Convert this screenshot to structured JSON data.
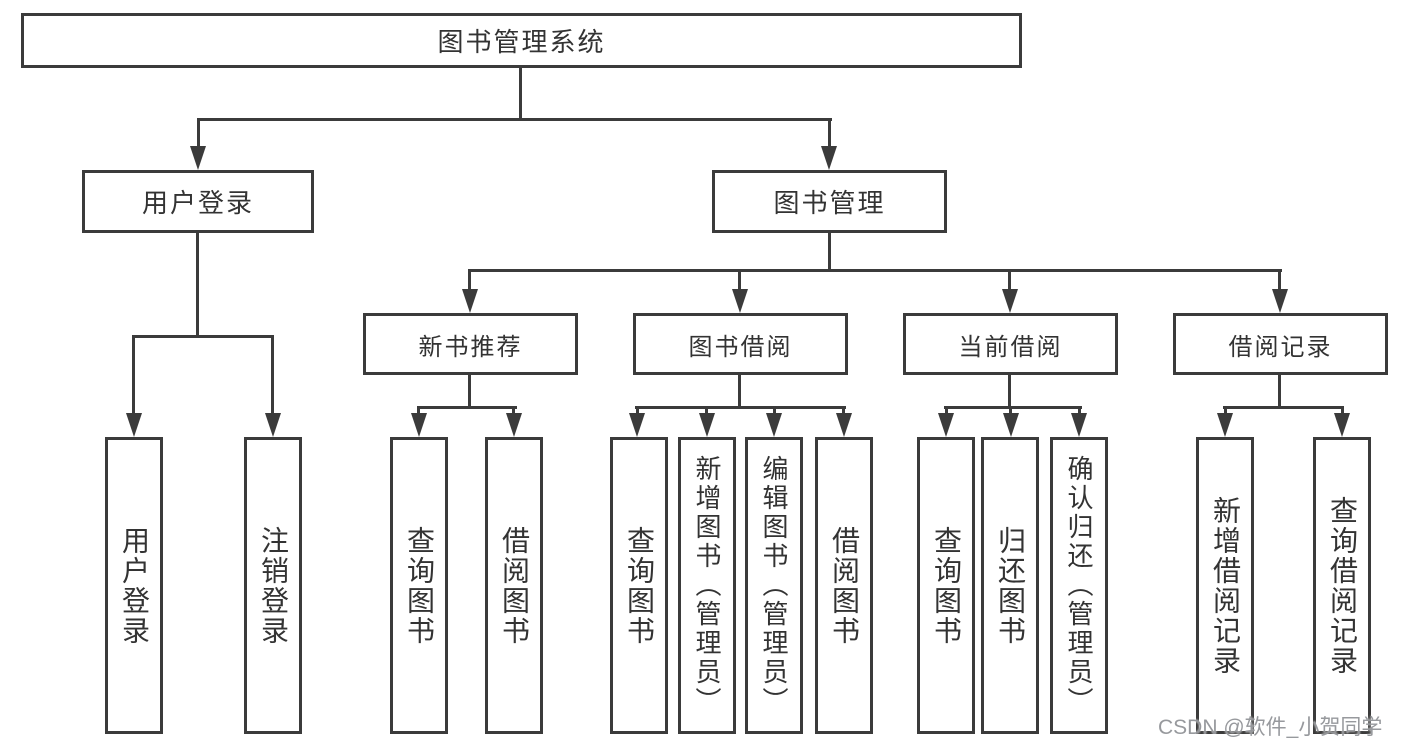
{
  "diagram": {
    "root": "图书管理系统",
    "user_login": {
      "label": "用户登录",
      "children": [
        "用户登录",
        "注销登录"
      ]
    },
    "book_mgmt": {
      "label": "图书管理",
      "sections": [
        {
          "label": "新书推荐",
          "children": [
            "查询图书",
            "借阅图书"
          ]
        },
        {
          "label": "图书借阅",
          "children": [
            "查询图书",
            "新增图书（管理员）",
            "编辑图书（管理员）",
            "借阅图书"
          ]
        },
        {
          "label": "当前借阅",
          "children": [
            "查询图书",
            "归还图书",
            "确认归还（管理员）"
          ]
        },
        {
          "label": "借阅记录",
          "children": [
            "新增借阅记录",
            "查询借阅记录"
          ]
        }
      ]
    },
    "watermark": "CSDN @软件_小贺同学",
    "colors": {
      "line": "#3b3b3b",
      "text": "#333333",
      "watermark": "#919498",
      "background": "#ffffff"
    }
  }
}
